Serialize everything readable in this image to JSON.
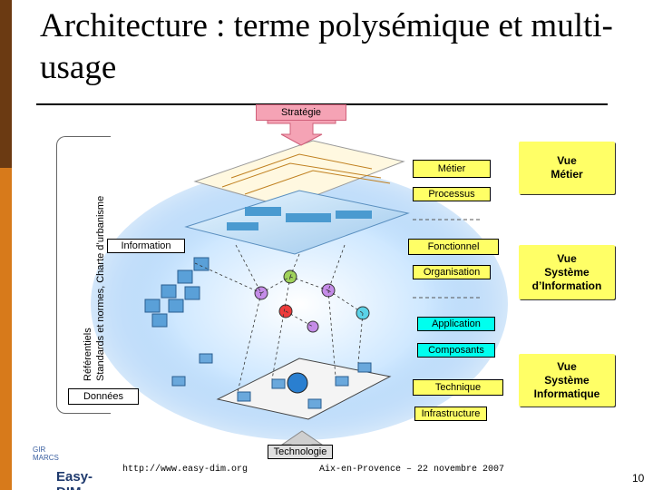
{
  "title": "Architecture : terme polysémique et multi-usage",
  "labels": {
    "strategie": "Stratégie",
    "metier": "Métier",
    "processus": "Processus",
    "information": "Information",
    "fonctionnel": "Fonctionnel",
    "organisation": "Organisation",
    "application": "Application",
    "composants": "Composants",
    "technique": "Technique",
    "donnees": "Données",
    "infrastructure": "Infrastructure",
    "technologie": "Technologie",
    "side_text": "Référentiels\nStandards et normes, Charte d’urbanisme"
  },
  "views": {
    "vue_metier": "Vue\nMétier",
    "vue_si": "Vue\nSystème\nd’Information",
    "vue_sinfo": "Vue\nSystème\nInformatique"
  },
  "footer": {
    "url": "http://www.easy-dim.org",
    "place": "Aix-en-Provence – 22 novembre 2007",
    "page": "10",
    "logo_text": "Easy-DIM",
    "logo_small": "GIR MARCS"
  },
  "colors": {
    "accent_dark": "#6b3a12",
    "accent_orange": "#d77a1b",
    "yellow": "#ffff66",
    "cyan": "#00ffee",
    "pink": "#f5a3b5"
  }
}
